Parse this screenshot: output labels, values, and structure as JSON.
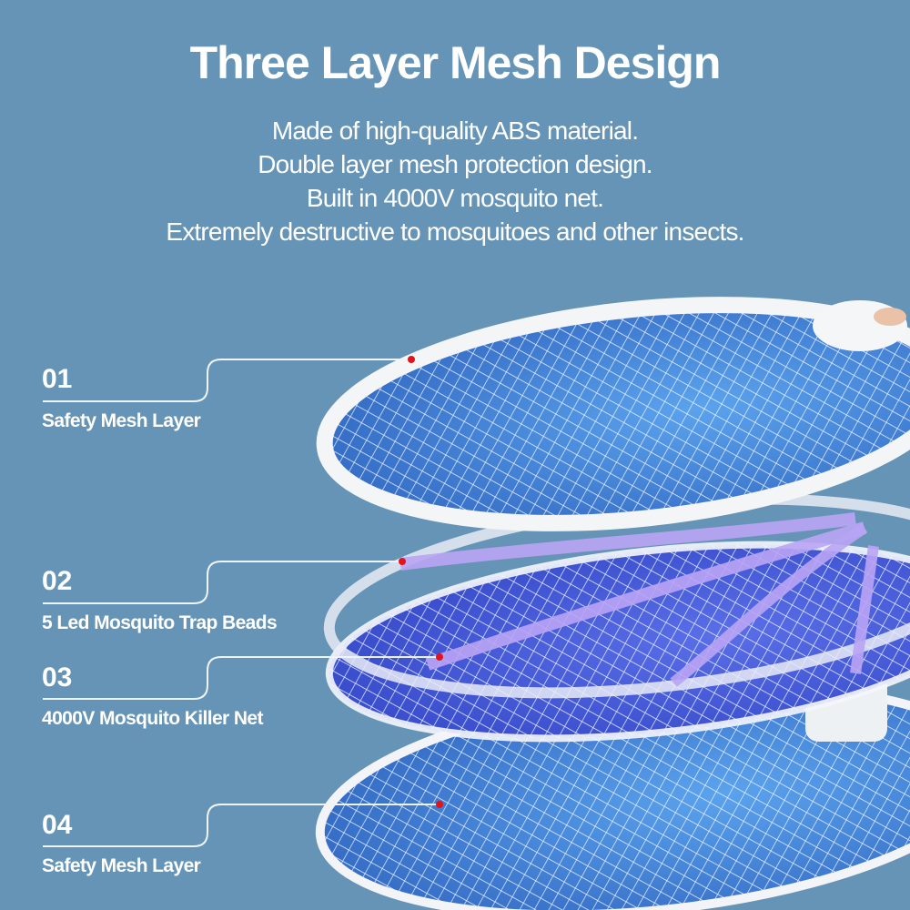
{
  "title": "Three Layer Mesh Design",
  "description": [
    "Made of high-quality ABS material.",
    "Double layer mesh protection design.",
    "Built in 4000V mosquito net.",
    "Extremely destructive to mosquitoes and other insects."
  ],
  "layers": [
    {
      "number": "01",
      "label": "Safety Mesh Layer"
    },
    {
      "number": "02",
      "label": "5 Led Mosquito Trap Beads"
    },
    {
      "number": "03",
      "label": "4000V Mosquito Killer Net"
    },
    {
      "number": "04",
      "label": "Safety Mesh Layer"
    }
  ],
  "colors": {
    "background": "#6594b6",
    "marker": "#e0141e",
    "mesh": "#3f7fd0",
    "led": "#a98cf0"
  }
}
